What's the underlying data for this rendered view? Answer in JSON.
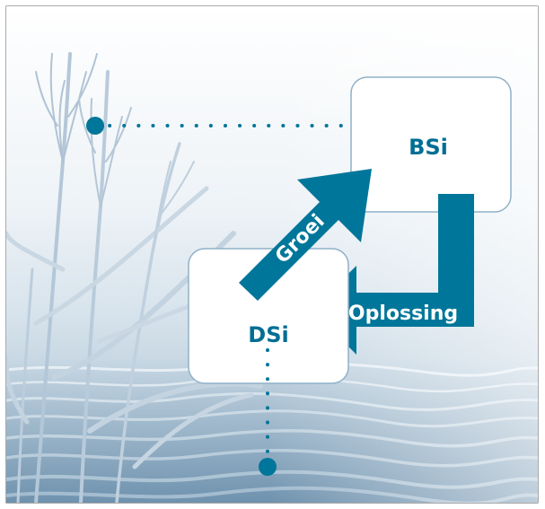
{
  "diagram": {
    "boxes": [
      {
        "id": "bsi",
        "label": "BSi"
      },
      {
        "id": "dsi",
        "label": "DSi"
      }
    ],
    "arrows": [
      {
        "id": "growth",
        "label": "Groei",
        "from": "DSi",
        "to": "BSi"
      },
      {
        "id": "dissolution",
        "label": "Oplossing",
        "from": "BSi",
        "to": "DSi"
      }
    ],
    "colors": {
      "accent": "#00769a",
      "box_border": "#8fb0c8",
      "box_fill": "#ffffff",
      "water": "#7e9fba",
      "reed": "#b9cadb",
      "background_top": "#ffffff"
    }
  }
}
